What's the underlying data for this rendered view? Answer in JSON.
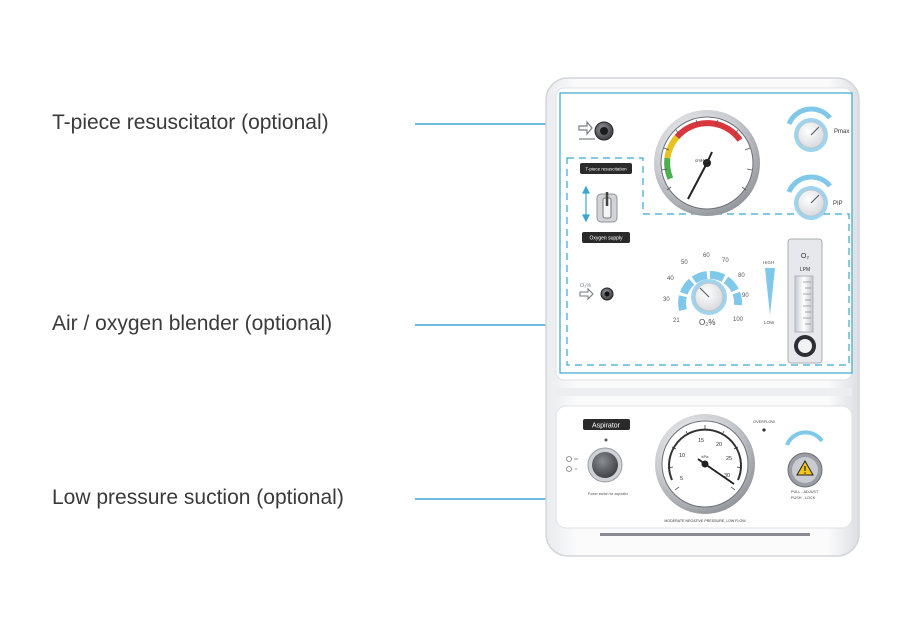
{
  "callouts": {
    "t_piece": "T-piece resuscitator (optional)",
    "blender": "Air / oxygen blender (optional)",
    "suction": "Low pressure suction (optional)"
  },
  "panel": {
    "t_piece_label": "T-piece resuscitation",
    "oxygen_supply_label": "Oxygen supply",
    "pmax_label": "Pmax",
    "pip_label": "PIP",
    "o2_percent_label": "O₂%",
    "o2_port_label": "O₂%",
    "blender_ticks": [
      "21",
      "30",
      "40",
      "50",
      "60",
      "70",
      "80",
      "90",
      "100"
    ],
    "high_label": "HIGH",
    "low_label": "LOW",
    "flowmeter_title": "O₂",
    "flowmeter_unit": "LPM",
    "pressure_gauge_unit": "cmH₂O",
    "aspirator_label": "Aspirator",
    "overflow_label": "OVERFLOW",
    "switch_caption": "Power switch for aspirator",
    "pull_adjust": "PULL - ADJUST",
    "push_lock": "PUSH - LOCK",
    "moderate_label": "MODERATE NEGATIVE PRESSURE, LOW FLOW",
    "suction_gauge_unit": "kPa",
    "suction_ticks": [
      "5",
      "10",
      "15",
      "20",
      "25",
      "30"
    ]
  },
  "colors": {
    "accent": "#3aa7cf",
    "knob_blue": "#7fc8ea",
    "gauge_green": "#4caf50",
    "gauge_yellow": "#e8c020",
    "gauge_red": "#d9363e",
    "warning_yellow": "#f5c518"
  }
}
